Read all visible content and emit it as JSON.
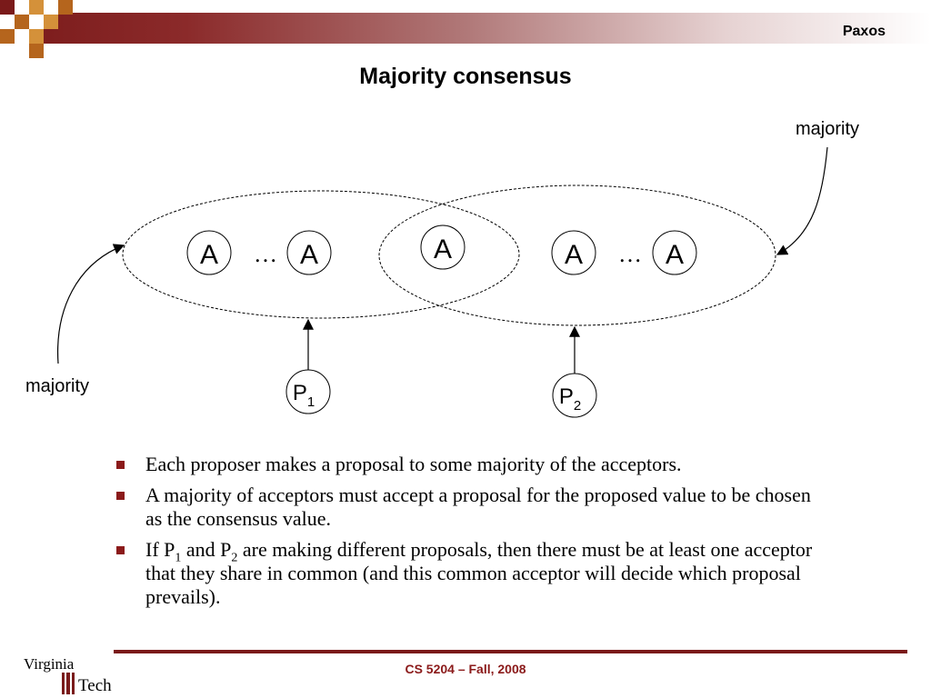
{
  "header": {
    "section": "Paxos"
  },
  "slide": {
    "title": "Majority consensus"
  },
  "diagram": {
    "label_right": "majority",
    "label_left": "majority",
    "acceptor_label": "A",
    "ellipsis": "…",
    "proposers": [
      {
        "base": "P",
        "sub": "1"
      },
      {
        "base": "P",
        "sub": "2"
      }
    ]
  },
  "bullets": {
    "b1": "Each proposer makes a proposal to some majority of the acceptors.",
    "b2": "A majority of acceptors must accept a proposal for the proposed value to be chosen as the consensus value.",
    "b3_part1": "If P",
    "b3_sub1": "1",
    "b3_part2": " and P",
    "b3_sub2": "2",
    "b3_part3": " are making different proposals, then there must be at least one acceptor that they share in common (and this common acceptor will decide which proposal prevails)."
  },
  "footer": {
    "course": "CS 5204 – Fall, 2008"
  },
  "logo": {
    "top": "Virginia",
    "bottom": "Tech"
  },
  "colors": {
    "maroon": "#7a1a1a",
    "bullet": "#8b1a1a",
    "footer_text": "#8b1a1a"
  }
}
